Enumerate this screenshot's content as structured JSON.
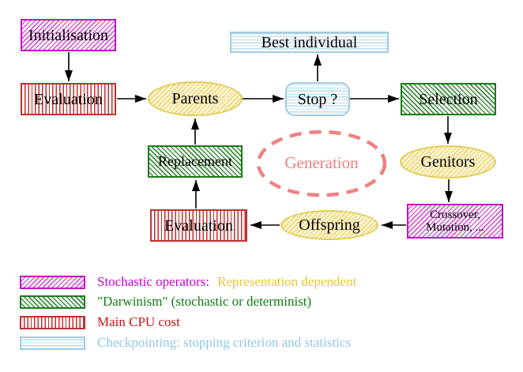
{
  "figure": {
    "nodes": {
      "initialisation": "Initialisation",
      "evaluation_top": "Evaluation",
      "parents": "Parents",
      "best_individual": "Best individual",
      "stop": "Stop ?",
      "selection": "Selection",
      "genitors": "Genitors",
      "crossover_line1": "Crossover,",
      "crossover_line2": "Mutation, ...",
      "offspring": "Offspring",
      "evaluation_bottom": "Evaluation",
      "replacement": "Replacement",
      "generation": "Generation"
    },
    "legend": {
      "stochastic_label": "Stochastic operators:",
      "stochastic_suffix": "Representation dependent",
      "darwinism": "\"Darwinism\" (stochastic or determinist)",
      "cpu": "Main CPU cost",
      "checkpointing": "Checkpointing: stopping criterion and statistics"
    },
    "colors": {
      "magenta": "#cc00cc",
      "red": "#c23030",
      "green": "#1d791d",
      "cyan": "#9fcbdf",
      "cyan_text": "#8ec7e6",
      "yellow": "#e2cd5a",
      "gold_text": "#e6c53c",
      "salmon": "#f08080",
      "arrow": "#000000"
    }
  }
}
